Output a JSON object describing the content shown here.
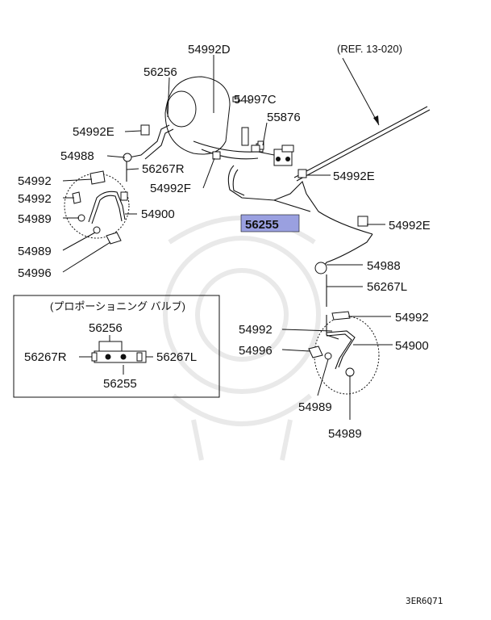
{
  "diagram": {
    "reference_label": "(REF. 13-020)",
    "footer_code": "3ER6Q71",
    "highlight_color": "#9aa0e0",
    "labels": {
      "p54992D": "54992D",
      "p56256_top": "56256",
      "p54997C": "54997C",
      "p55876": "55876",
      "p54992E_left": "54992E",
      "p54988_left": "54988",
      "p56267R_top": "56267R",
      "p54992_left_a": "54992",
      "p54992_left_b": "54992",
      "p54992F": "54992F",
      "p54989_left_a": "54989",
      "p54900_left": "54900",
      "p54992E_mid": "54992E",
      "p56255_hl": "56255",
      "p54992E_right": "54992E",
      "p54989_left_b": "54989",
      "p54996_left": "54996",
      "p54988_right": "54988",
      "p56267L_right": "56267L",
      "p54992_right_a": "54992",
      "p54992_right_b": "54992",
      "p54900_right": "54900",
      "p54996_right": "54996",
      "p54989_right_a": "54989",
      "p54989_right_b": "54989"
    },
    "inset": {
      "title": "(プロポーショニング バルブ)",
      "label_56256": "56256",
      "label_56267R": "56267R",
      "label_56267L": "56267L",
      "label_56255": "56255"
    }
  }
}
